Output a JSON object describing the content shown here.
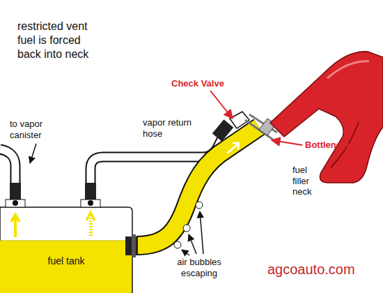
{
  "diagram": {
    "title": "restricted vent fuel is forced back into neck",
    "nodes": [
      {
        "text": [
          "fuel tank"
        ]
      }
    ],
    "edges": [],
    "labels": [
      "to vapor canister",
      "vapor return hose",
      "Check Valve",
      "Bottleneck",
      "fuel filler neck",
      "air bubbles escaping",
      "agcoauto.com"
    ]
  }
}
